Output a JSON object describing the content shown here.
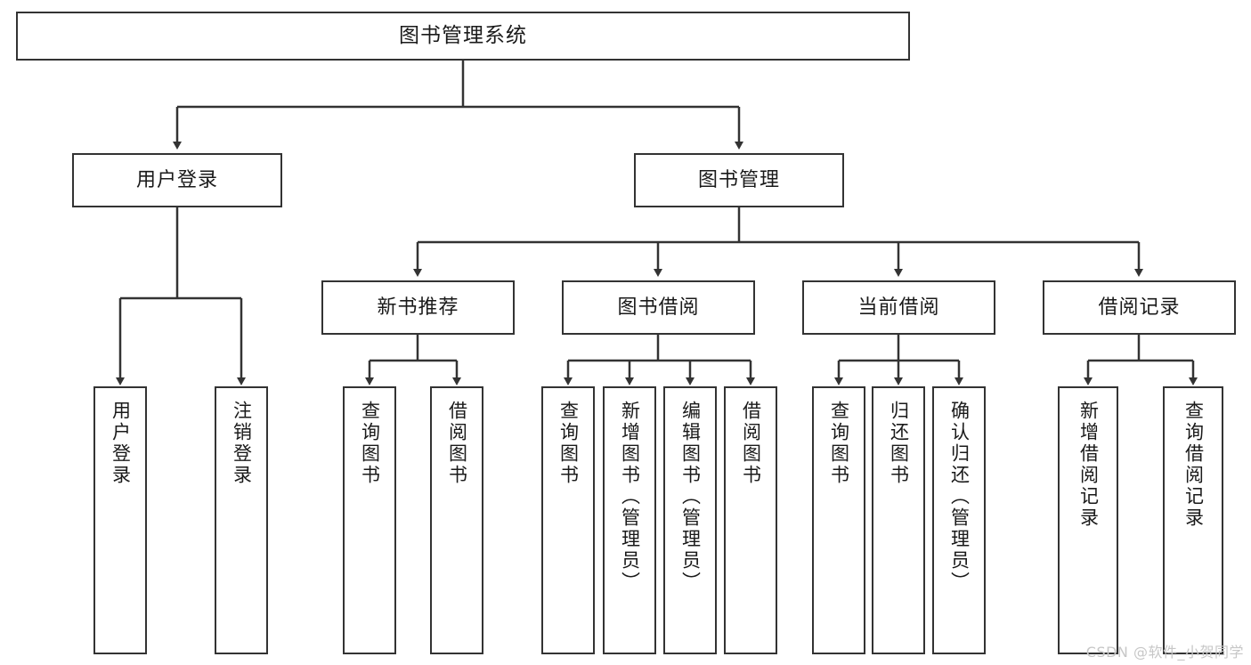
{
  "diagram": {
    "title": "图书管理系统",
    "watermark": "CSDN @软件_小贺同学",
    "root": {
      "id": "root",
      "label": "图书管理系统"
    },
    "level1": [
      {
        "id": "user-login",
        "label": "用户登录"
      },
      {
        "id": "book-manage",
        "label": "图书管理"
      }
    ],
    "level2": [
      {
        "id": "new-book-rec",
        "label": "新书推荐"
      },
      {
        "id": "book-borrow",
        "label": "图书借阅"
      },
      {
        "id": "current-borrow",
        "label": "当前借阅"
      },
      {
        "id": "borrow-record",
        "label": "借阅记录"
      }
    ],
    "leaves": {
      "user_login": [
        {
          "id": "leaf-user-login",
          "label": "用户登录"
        },
        {
          "id": "leaf-logout",
          "label": "注销登录"
        }
      ],
      "new_book_rec": [
        {
          "id": "leaf-query-book-1",
          "label": "查询图书"
        },
        {
          "id": "leaf-borrow-book-1",
          "label": "借阅图书"
        }
      ],
      "book_borrow": [
        {
          "id": "leaf-query-book-2",
          "label": "查询图书"
        },
        {
          "id": "leaf-add-book",
          "label": "新增图书（管理员）"
        },
        {
          "id": "leaf-edit-book",
          "label": "编辑图书（管理员）"
        },
        {
          "id": "leaf-borrow-book-2",
          "label": "借阅图书"
        }
      ],
      "current_borrow": [
        {
          "id": "leaf-query-book-3",
          "label": "查询图书"
        },
        {
          "id": "leaf-return-book",
          "label": "归还图书"
        },
        {
          "id": "leaf-confirm-return",
          "label": "确认归还（管理员）"
        }
      ],
      "borrow_record": [
        {
          "id": "leaf-add-record",
          "label": "新增借阅记录"
        },
        {
          "id": "leaf-query-record",
          "label": "查询借阅记录"
        }
      ]
    },
    "colors": {
      "stroke": "#333333",
      "fill": "#ffffff",
      "text": "#1a1a1a",
      "watermark": "#c7c7c7"
    }
  }
}
